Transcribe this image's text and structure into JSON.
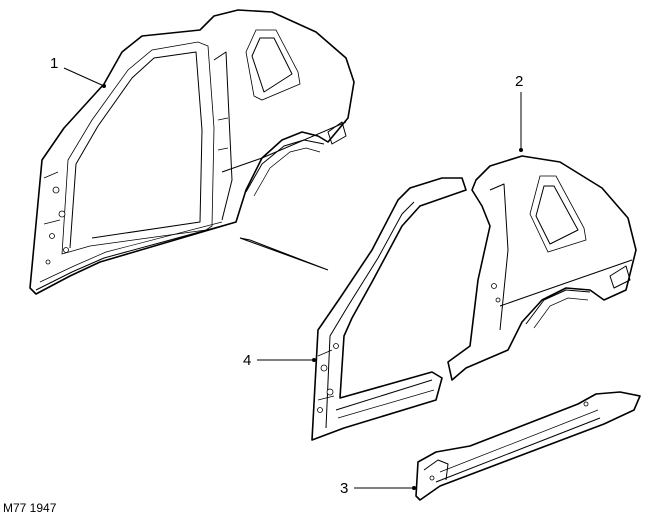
{
  "callouts": [
    {
      "label": "1"
    },
    {
      "label": "2"
    },
    {
      "label": "3"
    },
    {
      "label": "4"
    }
  ],
  "figure_code": "M77 1947"
}
